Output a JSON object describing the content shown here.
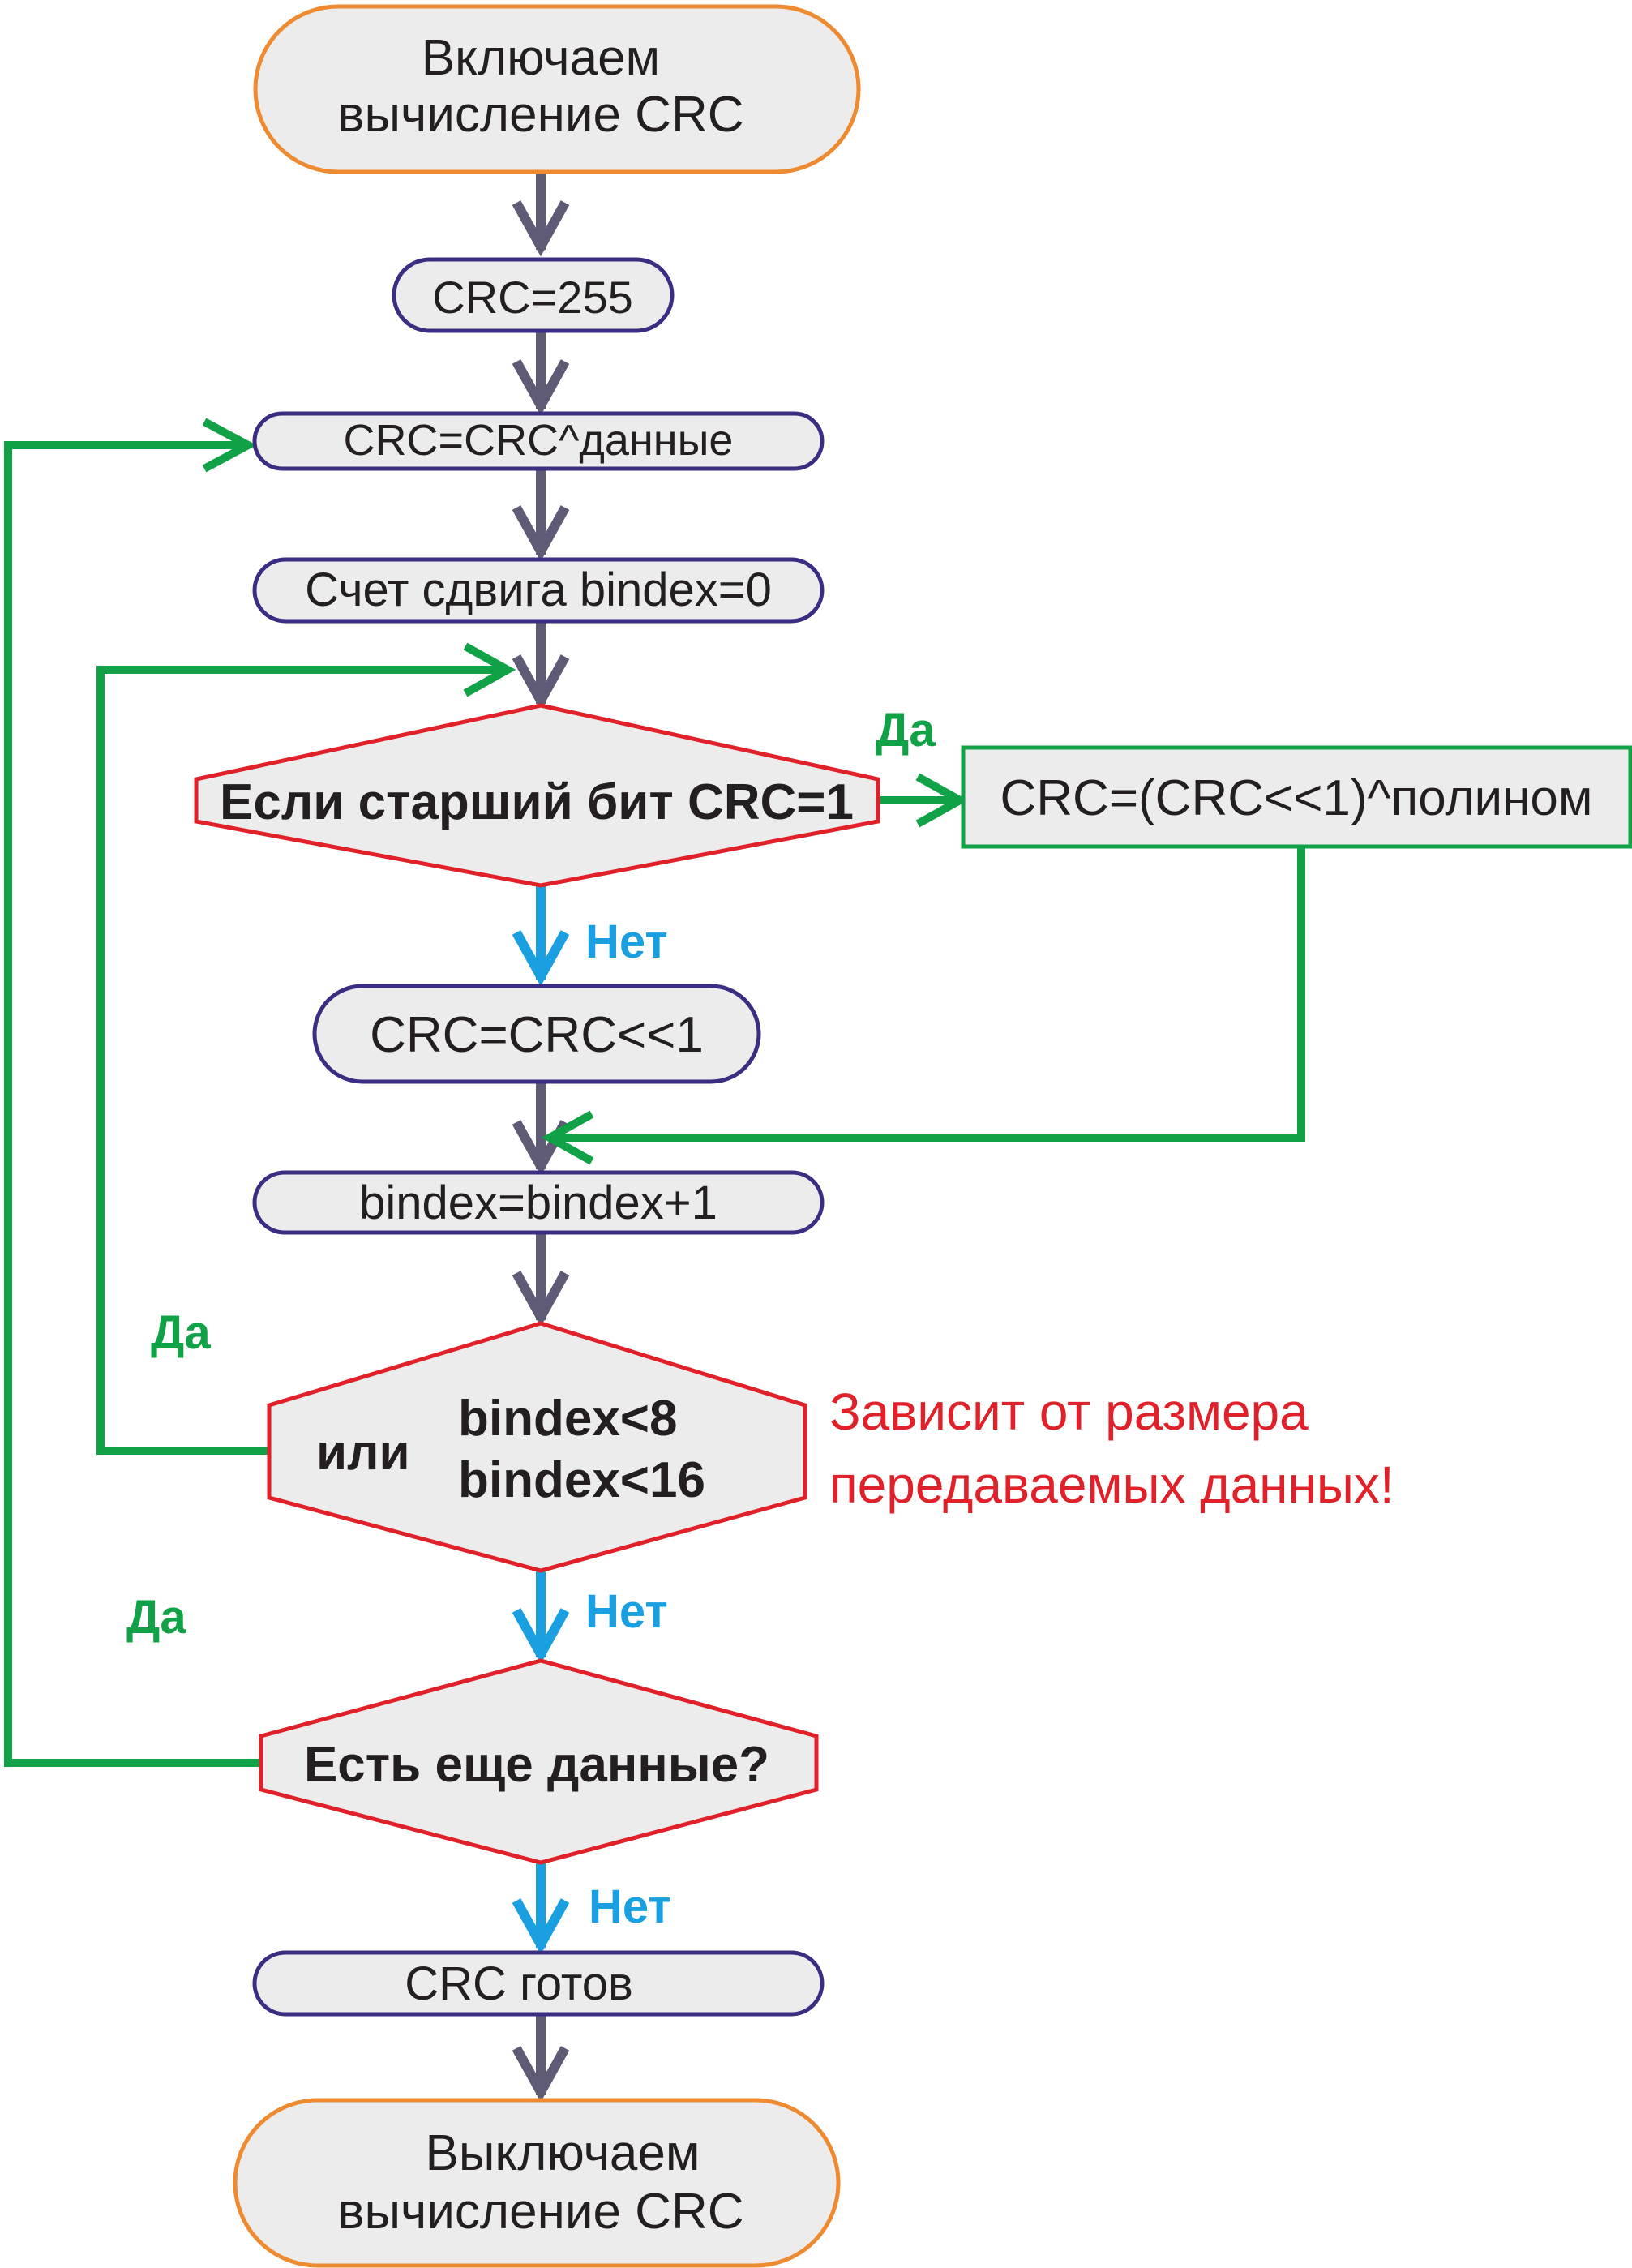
{
  "colors": {
    "terminal_stroke": "#ee8a30",
    "process_stroke": "#3b2d82",
    "decision_stroke": "#e02129",
    "box_fill": "#ececec",
    "gray_arrow": "#5f5a75",
    "green": "#11a146",
    "blue": "#1aa0e0",
    "red_note": "#e02129",
    "text": "#231f20"
  },
  "nodes": {
    "start": {
      "line1": "Включаем",
      "line2": "вычисление CRC"
    },
    "init": {
      "label": "CRC=255"
    },
    "xor_data": {
      "label": "CRC=CRC^данные"
    },
    "shift_count": {
      "label": "Счет сдвига bindex=0"
    },
    "check_msb": {
      "label": "Если старший бит CRC=1"
    },
    "shift_xor": {
      "label": "CRC=(CRC<<1)^полином"
    },
    "shift": {
      "label": "CRC=CRC<<1"
    },
    "increment": {
      "label": "bindex=bindex+1"
    },
    "check_bindex": {
      "or_label": "или",
      "line1": "bindex<8",
      "line2": "bindex<16"
    },
    "check_more": {
      "label": "Есть еще данные?"
    },
    "done": {
      "label": "CRC готов"
    },
    "end": {
      "line1": "Выключаем",
      "line2": "вычисление CRC"
    }
  },
  "labels": {
    "yes_msb": "Да",
    "no_msb": "Нет",
    "yes_bindex": "Да",
    "no_bindex": "Нет",
    "yes_more": "Да",
    "no_more": "Нет"
  },
  "note": {
    "line1": "Зависит от размера",
    "line2": "передаваемых данных!"
  }
}
